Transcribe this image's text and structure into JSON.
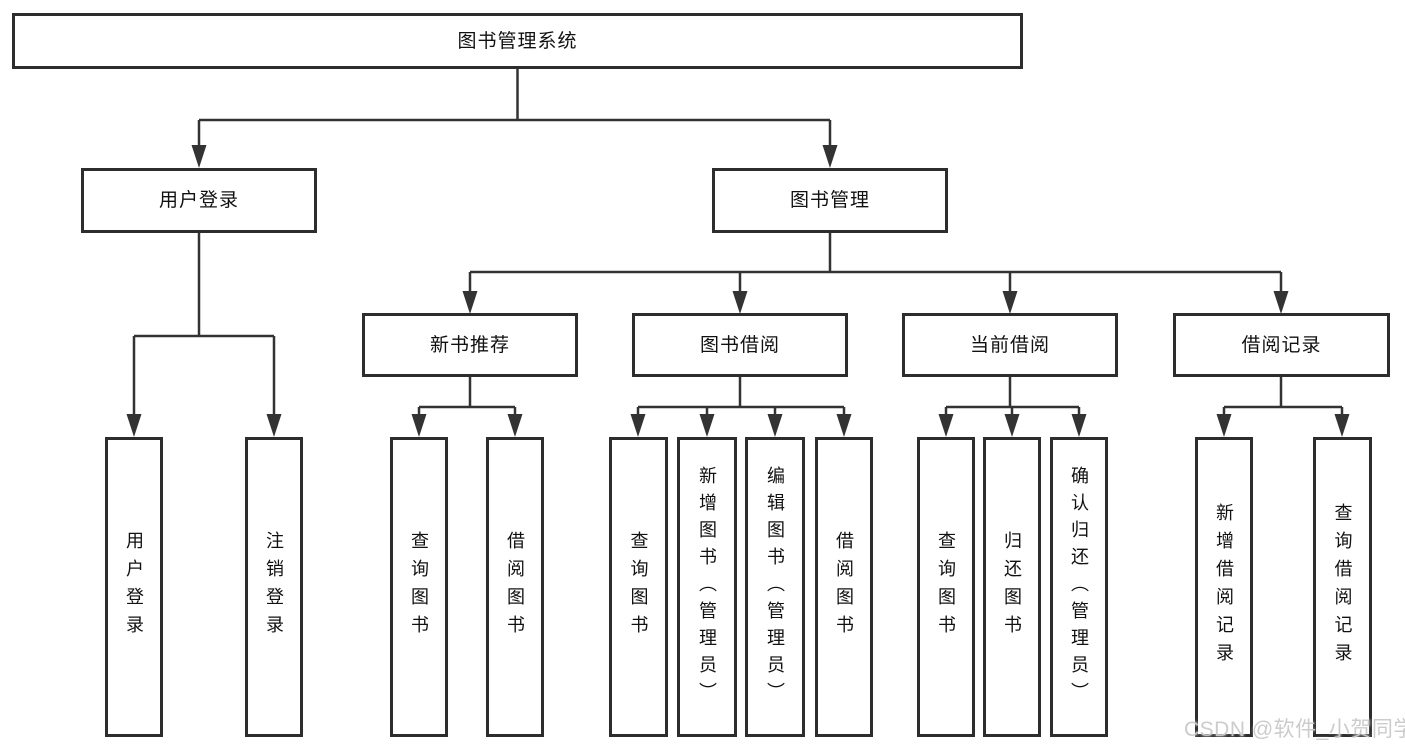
{
  "diagram": {
    "root": {
      "label": "图书管理系统"
    },
    "level2": {
      "user_login": {
        "label": "用户登录"
      },
      "book_management": {
        "label": "图书管理"
      }
    },
    "level3": {
      "new_book_recommend": {
        "label": "新书推荐"
      },
      "book_borrowing": {
        "label": "图书借阅"
      },
      "current_borrowing": {
        "label": "当前借阅"
      },
      "borrowing_records": {
        "label": "借阅记录"
      }
    },
    "leaves": {
      "user_login": {
        "label": "用户登录"
      },
      "logout": {
        "label": "注销登录"
      },
      "query_books_recommend": {
        "label": "查询图书"
      },
      "borrow_books_recommend": {
        "label": "借阅图书"
      },
      "query_books_borrowing": {
        "label": "查询图书"
      },
      "add_books_admin": {
        "label": "新增图书（管理员）"
      },
      "edit_books_admin": {
        "label": "编辑图书（管理员）"
      },
      "borrow_books_borrowing": {
        "label": "借阅图书"
      },
      "query_books_current": {
        "label": "查询图书"
      },
      "return_books": {
        "label": "归还图书"
      },
      "confirm_return_admin": {
        "label": "确认归还（管理员）"
      },
      "add_borrow_record": {
        "label": "新增借阅记录"
      },
      "query_borrow_record": {
        "label": "查询借阅记录"
      }
    }
  },
  "watermark": {
    "text": "CSDN @软件_小贺同学"
  },
  "colors": {
    "line": "#333333",
    "box_border": "#2d2d2d",
    "background": "#ffffff",
    "text": "#111111",
    "watermark": "#c9c9c9"
  }
}
